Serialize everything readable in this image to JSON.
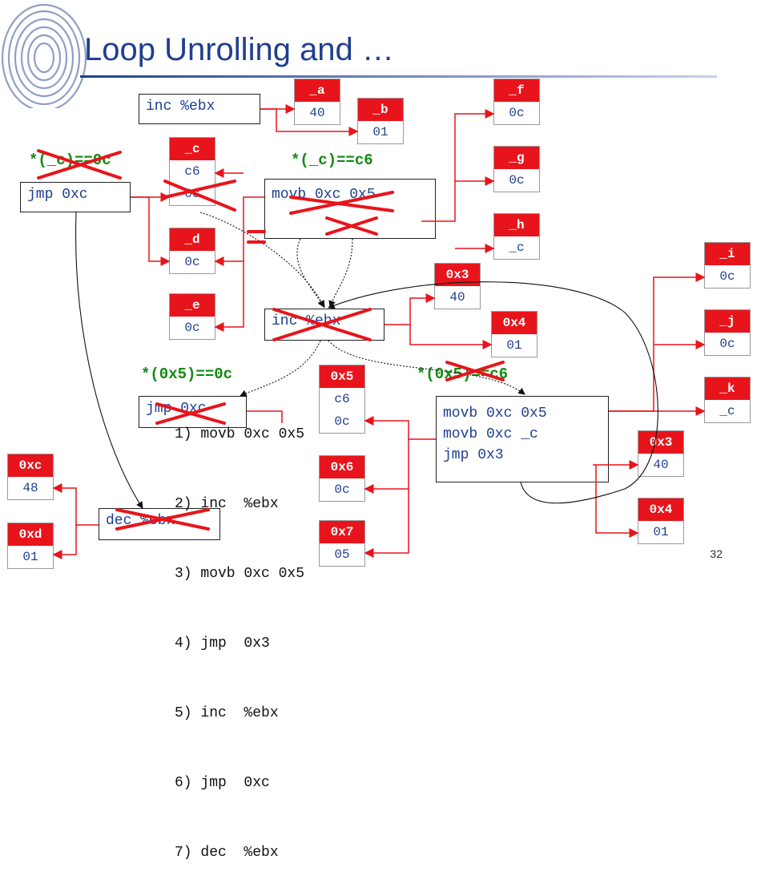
{
  "title": "Loop Unrolling and …",
  "page_number": "32",
  "instructions": {
    "inc1": "inc %ebx",
    "jmp1": "jmp 0xc",
    "movb1": "movb 0xc 0x5",
    "inc2": "inc %ebx",
    "jmp2": "jmp 0xc",
    "dec": "dec %ebx",
    "block": [
      "movb 0xc 0x5",
      "movb 0xc _c",
      "jmp 0x3"
    ]
  },
  "conditions": {
    "c_0c": "*(_c)==0c",
    "c_c6": "*(_c)==c6",
    "x5_0c": "*(0x5)==0c",
    "x5_c6": "*(0x5)==c6"
  },
  "steps": [
    "1) movb 0xc 0x5",
    "2) inc  %ebx",
    "3) movb 0xc 0x5",
    "4) jmp  0x3",
    "5) inc  %ebx",
    "6) jmp  0xc",
    "7) dec  %ebx"
  ],
  "memory": {
    "a": {
      "label": "_a",
      "value": "40"
    },
    "b": {
      "label": "_b",
      "value": "01"
    },
    "c": {
      "label": "_c",
      "value": "c6",
      "value2": "0c"
    },
    "d": {
      "label": "_d",
      "value": "0c"
    },
    "e": {
      "label": "_e",
      "value": "0c"
    },
    "f": {
      "label": "_f",
      "value": "0c"
    },
    "g": {
      "label": "_g",
      "value": "0c"
    },
    "h": {
      "label": "_h",
      "value": "_c"
    },
    "i": {
      "label": "_i",
      "value": "0c"
    },
    "j": {
      "label": "_j",
      "value": "0c"
    },
    "k": {
      "label": "_k",
      "value": "_c"
    },
    "x3a": {
      "label": "0x3",
      "value": "40"
    },
    "x4a": {
      "label": "0x4",
      "value": "01"
    },
    "x5": {
      "label": "0x5",
      "value": "c6",
      "value2": "0c"
    },
    "x6": {
      "label": "0x6",
      "value": "0c"
    },
    "x7": {
      "label": "0x7",
      "value": "05"
    },
    "xc": {
      "label": "0xc",
      "value": "48"
    },
    "xd": {
      "label": "0xd",
      "value": "01"
    },
    "x3b": {
      "label": "0x3",
      "value": "40"
    },
    "x4b": {
      "label": "0x4",
      "value": "01"
    }
  },
  "colors": {
    "title": "#1f3f8f",
    "accent_red": "#e8141b",
    "condition_green": "#108a10"
  }
}
